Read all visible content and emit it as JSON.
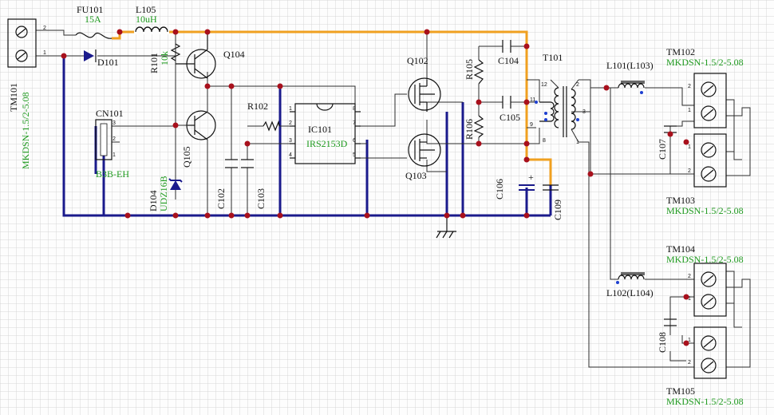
{
  "colors": {
    "grid": "#d6d6d6",
    "wire": "#2a2a2a",
    "ground_bus": "#1a1a8c",
    "power_rail": "#f0a020",
    "junction": "#a8101c",
    "value_text": "#1f9a1f"
  },
  "labels": {
    "TM101": "TM101",
    "TM101_part": "MKDSN-1.5/2-5.08",
    "FU101": "FU101",
    "FU101_val": "15A",
    "L105": "L105",
    "L105_val": "10uH",
    "D101": "D101",
    "R101": "R101",
    "R101_val": "10k",
    "Q104": "Q104",
    "Q105": "Q105",
    "D104": "D104",
    "D104_val": "UDZ16B",
    "CN101": "CN101",
    "CN101_val": "B3B-EH",
    "R102": "R102",
    "IC101": "IC101",
    "IC101_val": "IRS2153D",
    "C102": "C102",
    "C103": "C103",
    "Q102": "Q102",
    "Q103": "Q103",
    "R105": "R105",
    "R106": "R106",
    "C104": "C104",
    "C105": "C105",
    "C106": "C106",
    "C109": "C109",
    "T101": "T101",
    "L101": "L101(L103)",
    "L102": "L102(L104)",
    "C107": "C107",
    "C108": "C108",
    "TM102": "TM102",
    "TM102_part": "MKDSN-1.5/2-5.08",
    "TM103": "TM103",
    "TM103_part": "MKDSN-1.5/2-5.08",
    "TM104": "TM104",
    "TM104_part": "MKDSN-1.5/2-5.08",
    "TM105": "TM105",
    "TM105_part": "MKDSN-1.5/2-5.08"
  },
  "pins": {
    "p1": "1",
    "p2": "2",
    "p3": "3",
    "p4": "4",
    "p5": "5",
    "p6": "6",
    "p7": "7",
    "p8": "8",
    "p9": "9",
    "p11": "11",
    "p12": "12"
  },
  "icons": [
    "screw-terminal-icon",
    "fuse-icon",
    "inductor-icon",
    "diode-icon",
    "zener-icon",
    "npn-transistor-icon",
    "mosfet-icon",
    "capacitor-icon",
    "resistor-icon",
    "transformer-icon",
    "ground-icon"
  ]
}
